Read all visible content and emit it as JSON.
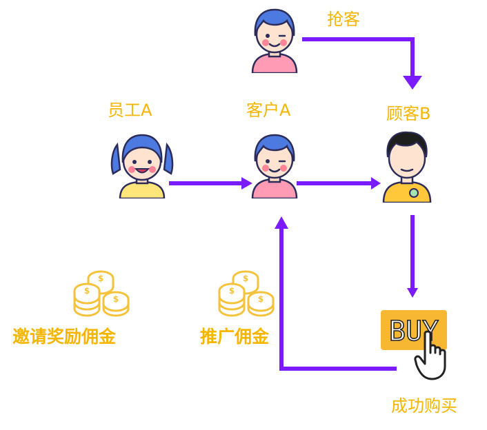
{
  "labels": {
    "grab": "抢客",
    "employee_a": "员工A",
    "customer_a": "客户A",
    "customer_b": "顾客B",
    "invite_reward": "邀请奖励佣金",
    "promo_commission": "推广佣金",
    "purchase_success": "成功购买",
    "buy_button": "BUY"
  },
  "colors": {
    "arrow": "#7a1cff",
    "label_text": "#f6b500",
    "coin": "#f5c23b"
  },
  "icons": {
    "person_top": "boy-avatar-icon",
    "employee": "girl-avatar-icon",
    "customer_a": "boy-avatar-icon",
    "customer_b": "man-avatar-icon",
    "coins_left": "coin-stack-icon",
    "coins_mid": "coin-stack-icon",
    "buy": "buy-button-icon",
    "cursor": "hand-cursor-icon"
  }
}
